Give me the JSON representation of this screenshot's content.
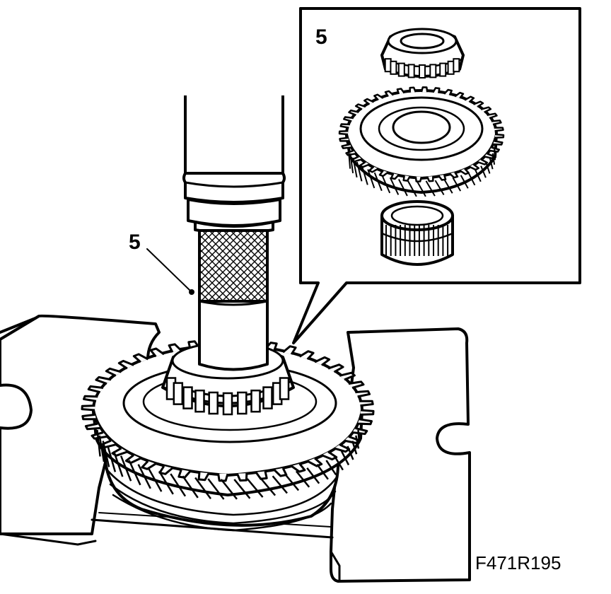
{
  "labels": {
    "callout_main": "5",
    "callout_inset": "5",
    "figure_code": "F471R195"
  },
  "colors": {
    "ink": "#000000",
    "paper": "#ffffff"
  }
}
